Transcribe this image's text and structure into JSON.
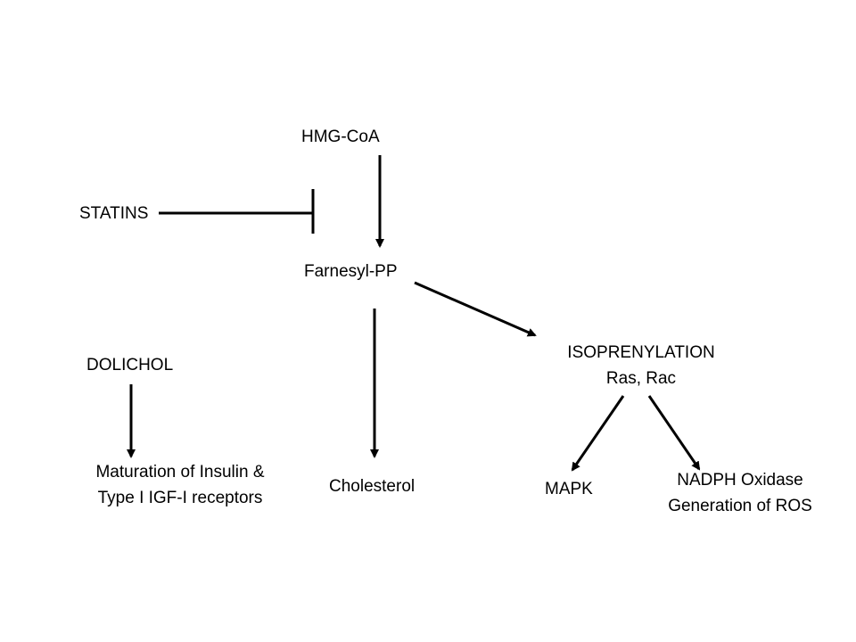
{
  "diagram": {
    "nodes": {
      "hmg_coa": "HMG-CoA",
      "statins": "STATINS",
      "farnesyl_pp": "Farnesyl-PP",
      "isoprenylation": "ISOPRENYLATION",
      "ras_rac": "Ras, Rac",
      "dolichol": "DOLICHOL",
      "maturation_line1": "Maturation of Insulin &",
      "maturation_line2": "Type I IGF-I receptors",
      "cholesterol": "Cholesterol",
      "mapk": "MAPK",
      "nadph_line1": "NADPH Oxidase",
      "nadph_line2": "Generation of ROS"
    },
    "edges": [
      {
        "from": "hmg_coa",
        "to": "farnesyl_pp",
        "kind": "activation"
      },
      {
        "from": "statins",
        "to": "hmg_coa->farnesyl_pp",
        "kind": "inhibition"
      },
      {
        "from": "farnesyl_pp",
        "to": "isoprenylation",
        "kind": "activation"
      },
      {
        "from": "farnesyl_pp",
        "to": "cholesterol",
        "kind": "activation"
      },
      {
        "from": "dolichol",
        "to": "maturation",
        "kind": "activation"
      },
      {
        "from": "isoprenylation",
        "to": "mapk",
        "kind": "activation"
      },
      {
        "from": "isoprenylation",
        "to": "nadph_oxidase",
        "kind": "activation"
      }
    ],
    "colors": {
      "line": "#000000",
      "text": "#000000",
      "background": "#ffffff"
    }
  }
}
